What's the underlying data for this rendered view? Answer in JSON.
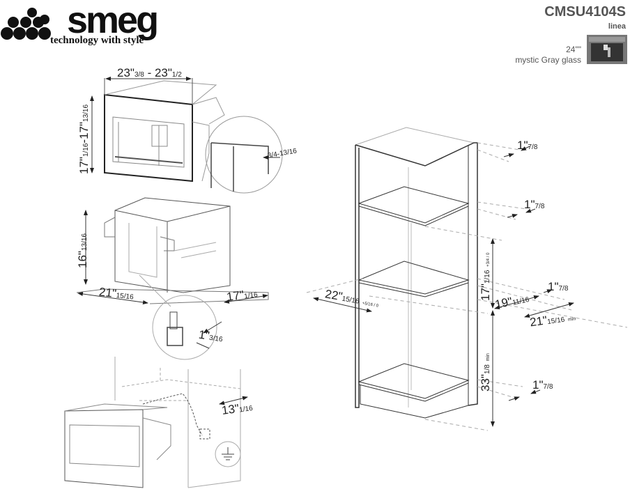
{
  "logo": {
    "brand": "smeg",
    "tagline": "technology with style"
  },
  "header": {
    "model": "CMSU4104S",
    "series": "linea",
    "size": "24\"\"",
    "finish": "mystic Gray glass",
    "thumbnail_icon": "coffee-machine-thumbnail"
  },
  "figure_front": {
    "width": {
      "main": "23\"",
      "frac1": "3/8",
      "sep": " - 23\"",
      "frac2": "1/2"
    },
    "height": {
      "main": "17\"",
      "frac1": "1/16",
      "sep": "-17\"",
      "frac2": "13/16"
    },
    "frame_depth": "3/4-13/16"
  },
  "figure_body": {
    "height": {
      "main": "16\"",
      "frac": "13/16"
    },
    "width": {
      "main": "21\"",
      "frac": "15/16"
    },
    "depth": {
      "main": "17\"",
      "frac": "1/16"
    },
    "connector": {
      "main": "1\"",
      "frac": "3/16"
    }
  },
  "figure_install": {
    "cable": {
      "main": "13\"",
      "frac": "1/16"
    },
    "ground_icon": "ground-symbol"
  },
  "cabinet": {
    "shelf_thickness": [
      {
        "main": "1\"",
        "frac": "7/8"
      },
      {
        "main": "1\"",
        "frac": "7/8"
      },
      {
        "main": "1\"",
        "frac": "7/8"
      },
      {
        "main": "1\"",
        "frac": "7/8"
      }
    ],
    "opening_height": {
      "main": "17\"",
      "frac": "1/16",
      "tol": "+3/4 / 0"
    },
    "niche_width": {
      "main": "22\"",
      "frac": "15/16",
      "tol": "+5/16 / 0"
    },
    "inner_depth": {
      "main": "19\"",
      "frac": "11/16"
    },
    "min_depth": {
      "main": "21\"",
      "frac": "15/16",
      "note": "min"
    },
    "base_height": {
      "main": "33\"",
      "frac": "1/8",
      "note": "min"
    }
  }
}
